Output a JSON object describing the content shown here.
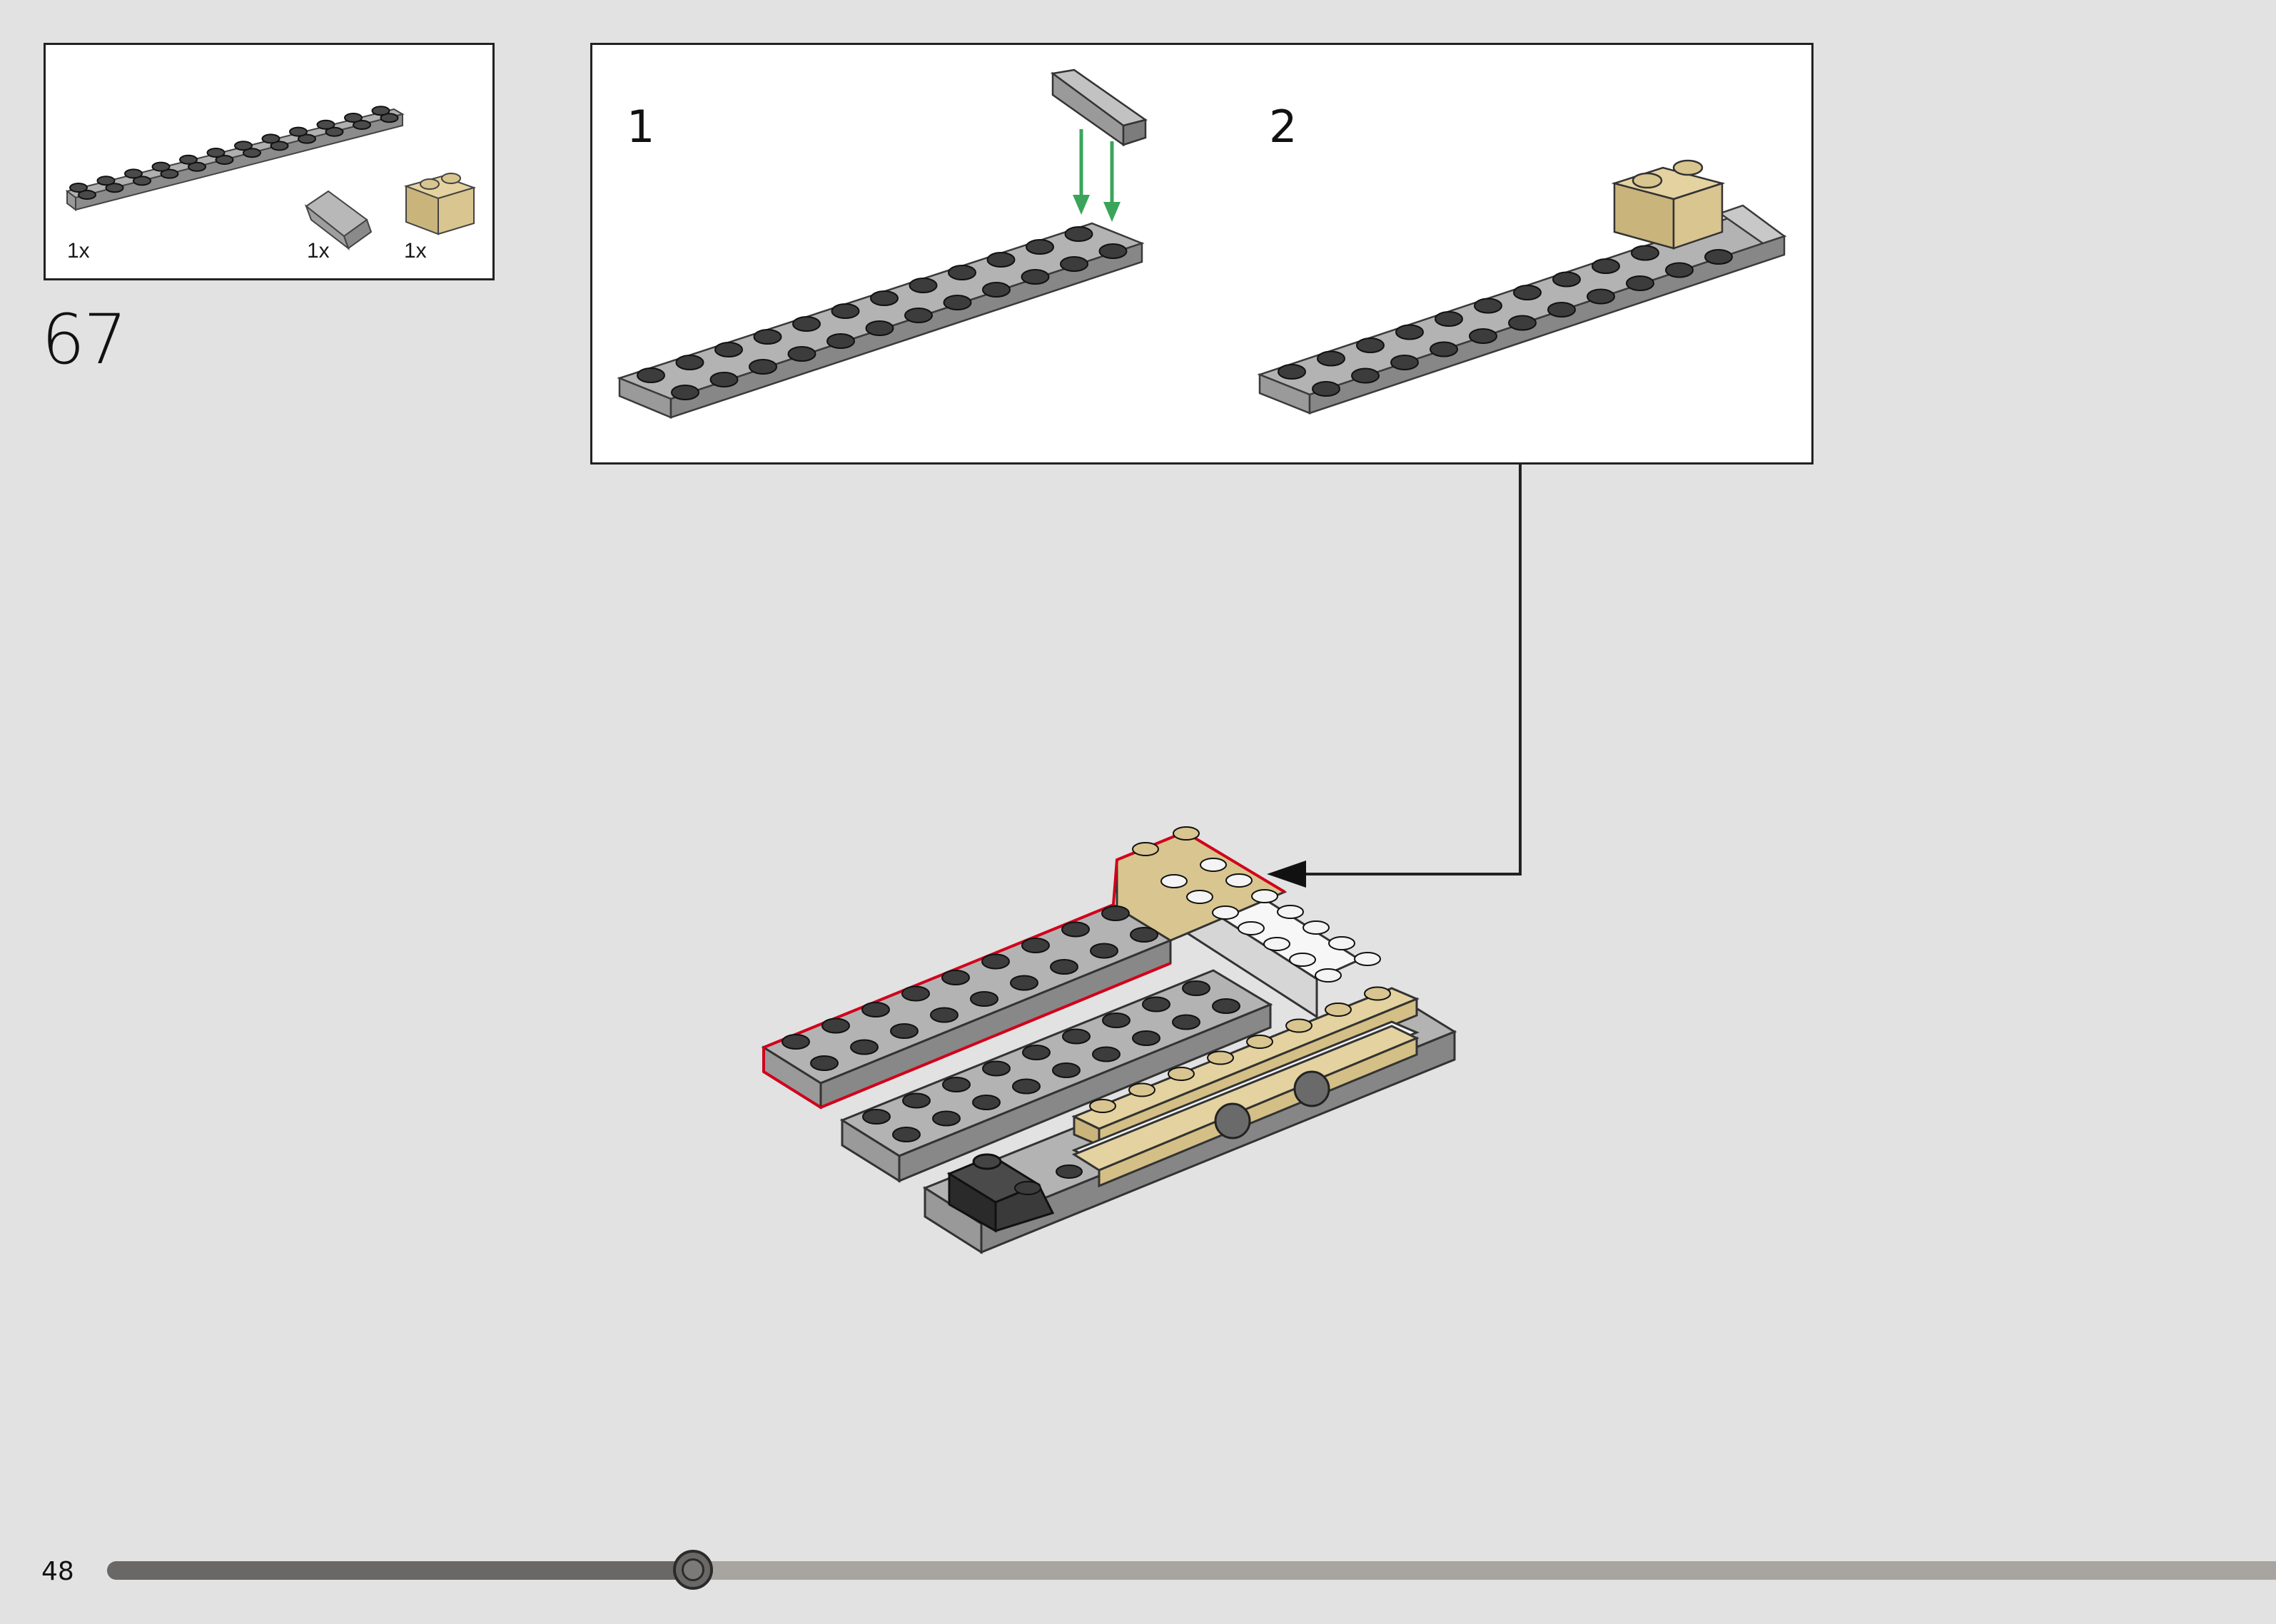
{
  "step": {
    "number": "67",
    "parts": [
      {
        "name": "grey 2x12 plate",
        "qty": "1x"
      },
      {
        "name": "grey slope tile",
        "qty": "1x"
      },
      {
        "name": "tan 1x2 brick",
        "qty": "1x"
      }
    ],
    "substeps": [
      {
        "number": "1"
      },
      {
        "number": "2"
      }
    ]
  },
  "footer": {
    "page_number": "48",
    "progress_percent": 27
  },
  "colors": {
    "background": "#e2e2e2",
    "plate_grey": "#a6a6a6",
    "stud_dark": "#3c3c3c",
    "tan": "#d7c38f",
    "white_brick": "#f4f4f4",
    "highlight_red": "#d0021b",
    "arrow_green": "#3aa55a"
  }
}
